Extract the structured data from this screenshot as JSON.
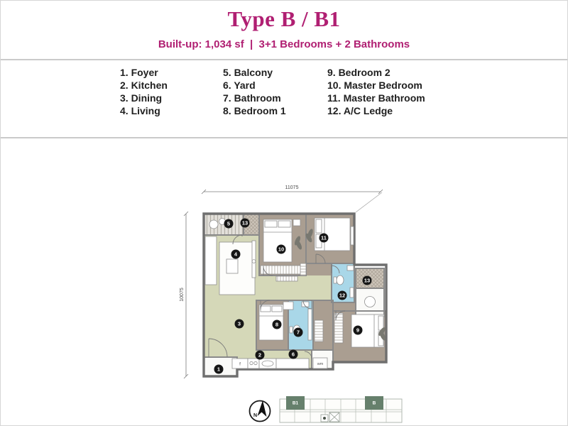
{
  "header": {
    "title": "Type B / B1",
    "subtitle": "Built-up: 1,034 sf  |  3+1 Bedrooms + 2 Bathrooms"
  },
  "legend": {
    "columns": [
      [
        "1. Foyer",
        "2. Kitchen",
        "3. Dining",
        "4. Living"
      ],
      [
        "5. Balcony",
        "6. Yard",
        "7. Bathroom",
        "8. Bedroom 1"
      ],
      [
        "9. Bedroom 2",
        "10. Master Bedroom",
        "11. Master Bathroom",
        "12. A/C Ledge"
      ]
    ]
  },
  "plan": {
    "dimensions": {
      "width": "11075",
      "height": "10075"
    },
    "badges": [
      "1",
      "2",
      "3",
      "4",
      "5",
      "6",
      "7",
      "8",
      "9",
      "10",
      "11",
      "12",
      "13",
      "13"
    ],
    "appliances": {
      "fridge": "f",
      "washing_machine": "wm"
    },
    "colors": {
      "accent": "#b01f72",
      "floor_living": "#d5d8b8",
      "floor_bedroom": "#aa9e91",
      "floor_bathroom": "#a9d7e8",
      "wall": "#8a8a8a",
      "keyplan_unit": "#66806c"
    }
  },
  "keyplan": {
    "unit_left": "B1",
    "unit_right": "B"
  },
  "compass": {
    "label": "N"
  }
}
